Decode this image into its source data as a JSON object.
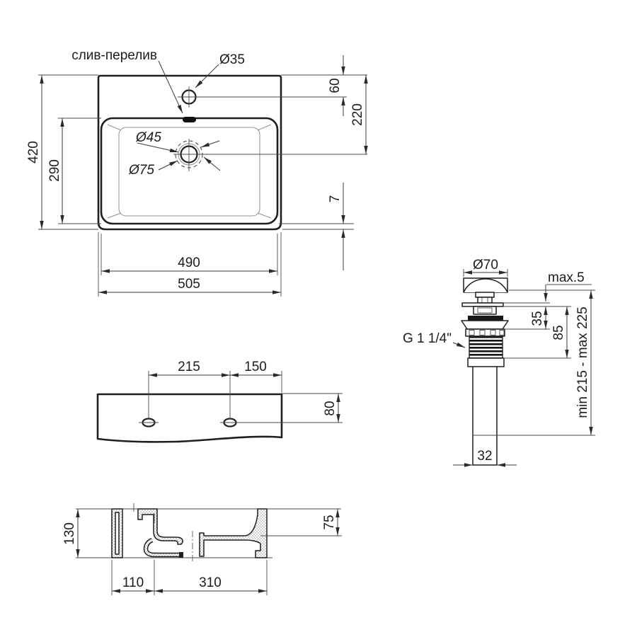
{
  "labels": {
    "overflow": "слив-перелив",
    "faucet_hole": "Ø35",
    "drain_hole": "Ø45",
    "drain_recess": "Ø75",
    "cap_dia": "Ø70",
    "cap_clearance": "max.5",
    "thread": "G 1 1/4\"",
    "height_range": "min 215 - max 225"
  },
  "dims": {
    "top": {
      "overall_depth": "420",
      "basin_depth": "290",
      "faucet_offset": "60",
      "drain_offset": "220",
      "front_gap": "7",
      "basin_width": "490",
      "overall_width": "505"
    },
    "rear": {
      "hole_spacing": "215",
      "edge_offset": "150",
      "top_offset": "80"
    },
    "section": {
      "height": "130",
      "rear_width": "110",
      "bowl_width": "310",
      "depth": "75"
    },
    "drain": {
      "seal_height": "35",
      "body_height": "85",
      "outlet": "32"
    }
  },
  "colors": {
    "line": "#1f1f1f",
    "dim": "#3a3a3a",
    "light": "#8f8f8f",
    "background": "#ffffff"
  }
}
